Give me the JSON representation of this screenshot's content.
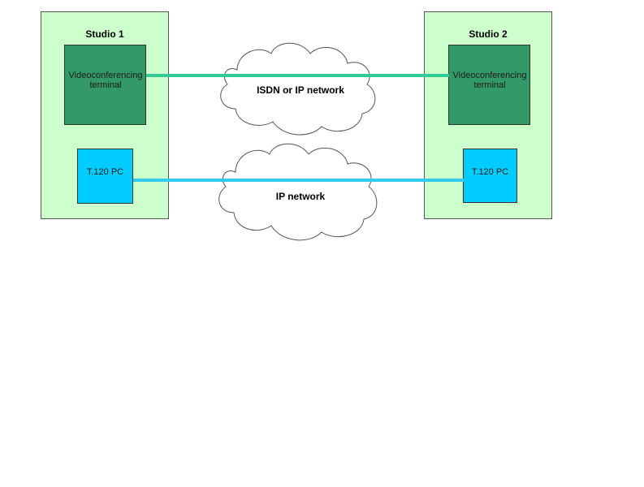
{
  "studios": [
    {
      "title": "Studio 1",
      "videoconf": "Videoconferencing terminal",
      "pc": "T.120 PC"
    },
    {
      "title": "Studio 2",
      "videoconf": "Videoconferencing terminal",
      "pc": "T.120 PC"
    }
  ],
  "networks": [
    {
      "label": "ISDN or IP network",
      "link_color": "#33cc99"
    },
    {
      "label": "IP network",
      "link_color": "#33ccee"
    }
  ],
  "colors": {
    "studio_bg": "#ccffcc",
    "videoconf_bg": "#339966",
    "pc_bg": "#00ccff",
    "cloud_fill": "#ffffff",
    "cloud_stroke": "#555555"
  }
}
